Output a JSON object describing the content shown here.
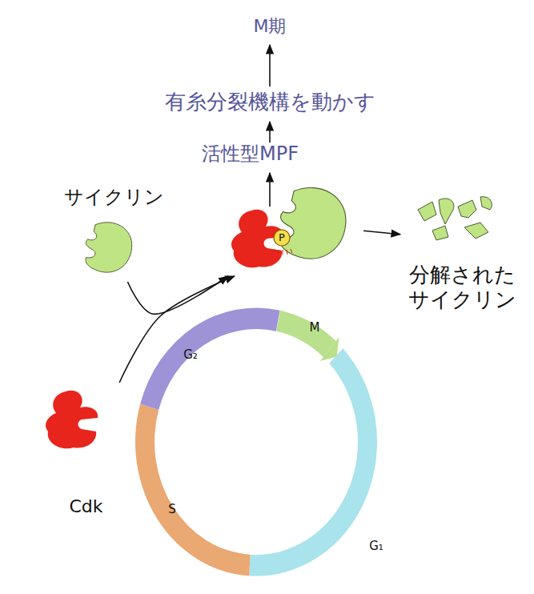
{
  "diagram": {
    "nodes": [
      {
        "text": [
          "サイクリン"
        ]
      },
      {
        "text": [
          "Cdk"
        ]
      },
      {
        "text": [
          "活性型MPF"
        ]
      },
      {
        "text": [
          "P"
        ],
        "in": 2
      },
      {
        "text": [
          "分解された サイクリン"
        ]
      },
      {
        "text": [
          "G₂"
        ]
      },
      {
        "text": [
          "M"
        ]
      },
      {
        "text": [
          "G₁"
        ]
      },
      {
        "text": [
          "S"
        ]
      }
    ],
    "edges": [
      {
        "from": 0,
        "to": 2,
        "arrow": "to"
      },
      {
        "from": 1,
        "to": 2,
        "arrow": "to"
      },
      {
        "from": 2,
        "to": 4,
        "arrow": "to"
      }
    ],
    "labels": [
      "M期",
      "有糸分裂機構を動かす"
    ]
  }
}
